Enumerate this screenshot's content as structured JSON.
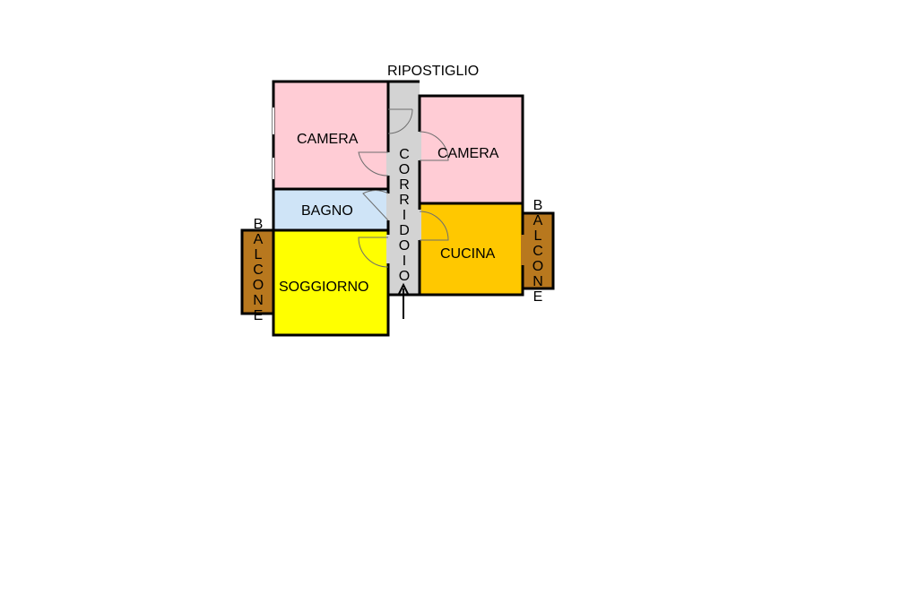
{
  "labels": {
    "ripostiglio": "RIPOSTIGLIO",
    "camera_left": "CAMERA",
    "camera_right": "CAMERA",
    "bagno": "BAGNO",
    "soggiorno": "SOGGIORNO",
    "cucina": "CUCINA",
    "corridoio": [
      "C",
      "O",
      "R",
      "R",
      "I",
      "D",
      "O",
      "I",
      "O"
    ],
    "balcone_left": [
      "B",
      "A",
      "L",
      "C",
      "O",
      "N",
      "E"
    ],
    "balcone_right": [
      "B",
      "A",
      "L",
      "C",
      "O",
      "N",
      "E"
    ]
  },
  "colors": {
    "camera": "#ffccd5",
    "bagno": "#cfe4f7",
    "soggiorno": "#ffff00",
    "cucina": "#ffc800",
    "corridoio": "#d3d3d3",
    "balcone": "#b8781e",
    "wall": "#000000"
  }
}
